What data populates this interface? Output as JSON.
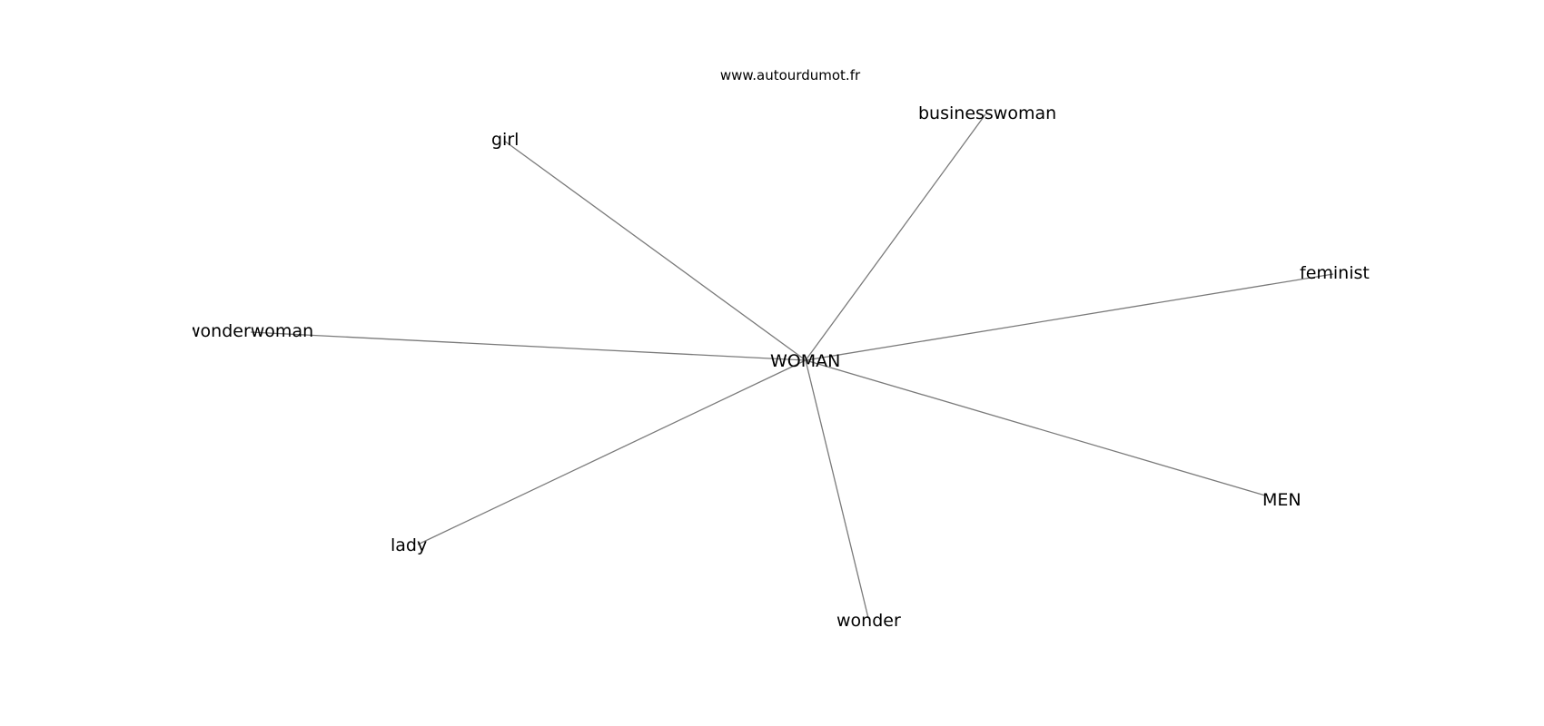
{
  "source": "www.autourdumot.fr",
  "graph": {
    "center": {
      "id": "woman",
      "label": "WOMAN"
    },
    "nodes": [
      {
        "id": "girl",
        "label": "girl"
      },
      {
        "id": "businesswoman",
        "label": "businesswoman"
      },
      {
        "id": "feminist",
        "label": "feminist"
      },
      {
        "id": "wonderwoman",
        "label": "wonderwoman"
      },
      {
        "id": "men",
        "label": "MEN"
      },
      {
        "id": "lady",
        "label": "lady"
      },
      {
        "id": "wonder",
        "label": "wonder"
      }
    ],
    "edges": [
      [
        "woman",
        "girl"
      ],
      [
        "woman",
        "businesswoman"
      ],
      [
        "woman",
        "feminist"
      ],
      [
        "woman",
        "wonderwoman"
      ],
      [
        "woman",
        "men"
      ],
      [
        "woman",
        "lady"
      ],
      [
        "woman",
        "wonder"
      ]
    ],
    "edge_color": "#7a7a7a"
  }
}
